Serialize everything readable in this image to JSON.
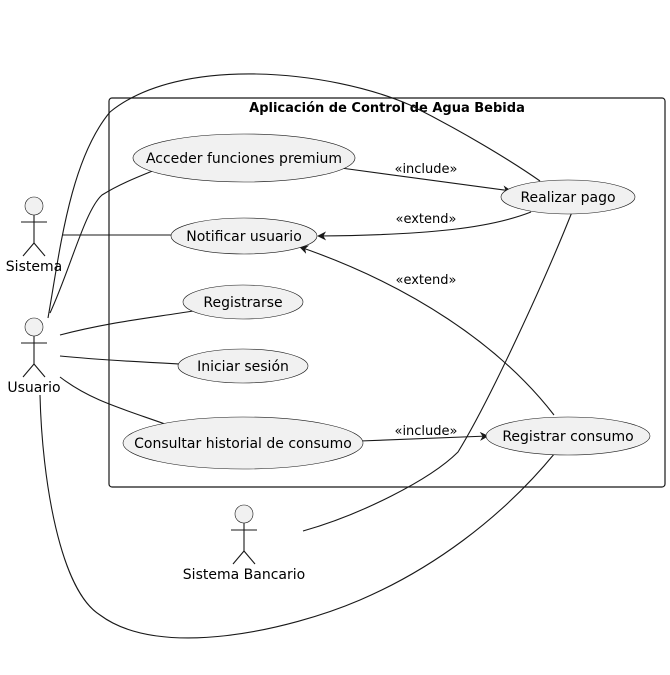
{
  "system_boundary": {
    "title": "Aplicación de Control de Agua Bebida"
  },
  "actors": {
    "sistema": {
      "label": "Sistema"
    },
    "usuario": {
      "label": "Usuario"
    },
    "banco": {
      "label": "Sistema Bancario"
    }
  },
  "use_cases": {
    "premium": {
      "label": "Acceder funciones premium"
    },
    "notificar": {
      "label": "Notificar usuario"
    },
    "registrarse": {
      "label": "Registrarse"
    },
    "login": {
      "label": "Iniciar sesión"
    },
    "historial": {
      "label": "Consultar historial de consumo"
    },
    "pago": {
      "label": "Realizar pago"
    },
    "consumo": {
      "label": "Registrar consumo"
    }
  },
  "relations": {
    "premium_pago": {
      "label": "«include»"
    },
    "pago_notificar": {
      "label": "«extend»"
    },
    "consumo_notificar": {
      "label": "«extend»"
    },
    "historial_consumo": {
      "label": "«include»"
    }
  },
  "colors": {
    "fill": "#f1f1f1",
    "stroke": "#181818"
  }
}
